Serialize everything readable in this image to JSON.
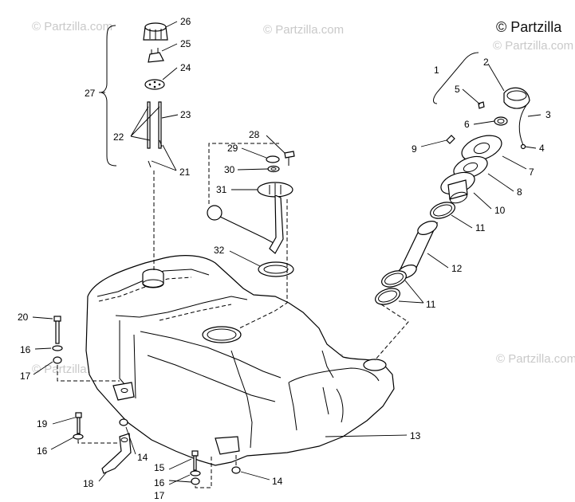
{
  "copyright": "© Partzilla",
  "watermark": "© Partzilla.com",
  "labels": {
    "l1": "1",
    "l2": "2",
    "l3": "3",
    "l4": "4",
    "l5": "5",
    "l6": "6",
    "l7": "7",
    "l8": "8",
    "l9": "9",
    "l10": "10",
    "l11a": "11",
    "l11b": "11",
    "l12": "12",
    "l13": "13",
    "l14a": "14",
    "l14b": "14",
    "l15": "15",
    "l16a": "16",
    "l16b": "16",
    "l16c": "16",
    "l17a": "17",
    "l17b": "17",
    "l18": "18",
    "l19": "19",
    "l20": "20",
    "l21": "21",
    "l22": "22",
    "l23": "23",
    "l24": "24",
    "l25": "25",
    "l26": "26",
    "l27": "27",
    "l28": "28",
    "l29": "29",
    "l30": "30",
    "l31": "31",
    "l32": "32"
  }
}
